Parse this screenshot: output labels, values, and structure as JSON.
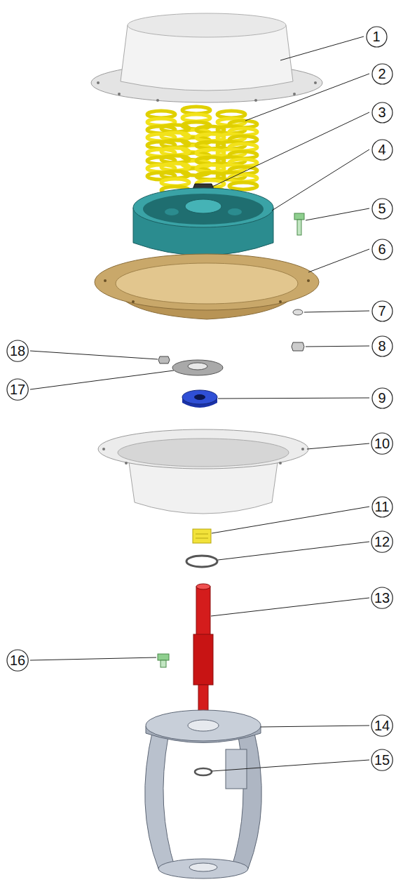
{
  "diagram": {
    "nodes": [
      {
        "text": [
          "1"
        ]
      },
      {
        "text": [
          "2"
        ]
      },
      {
        "text": [
          "3"
        ]
      },
      {
        "text": [
          "4"
        ]
      },
      {
        "text": [
          "5"
        ]
      },
      {
        "text": [
          "6"
        ]
      },
      {
        "text": [
          "7"
        ]
      },
      {
        "text": [
          "8"
        ]
      },
      {
        "text": [
          "18"
        ]
      },
      {
        "text": [
          "17"
        ]
      },
      {
        "text": [
          "9"
        ]
      },
      {
        "text": [
          "10"
        ]
      },
      {
        "text": [
          "11"
        ]
      },
      {
        "text": [
          "12"
        ]
      },
      {
        "text": [
          "13"
        ]
      },
      {
        "text": [
          "16"
        ]
      },
      {
        "text": [
          "14"
        ]
      },
      {
        "text": [
          "15"
        ]
      }
    ]
  }
}
